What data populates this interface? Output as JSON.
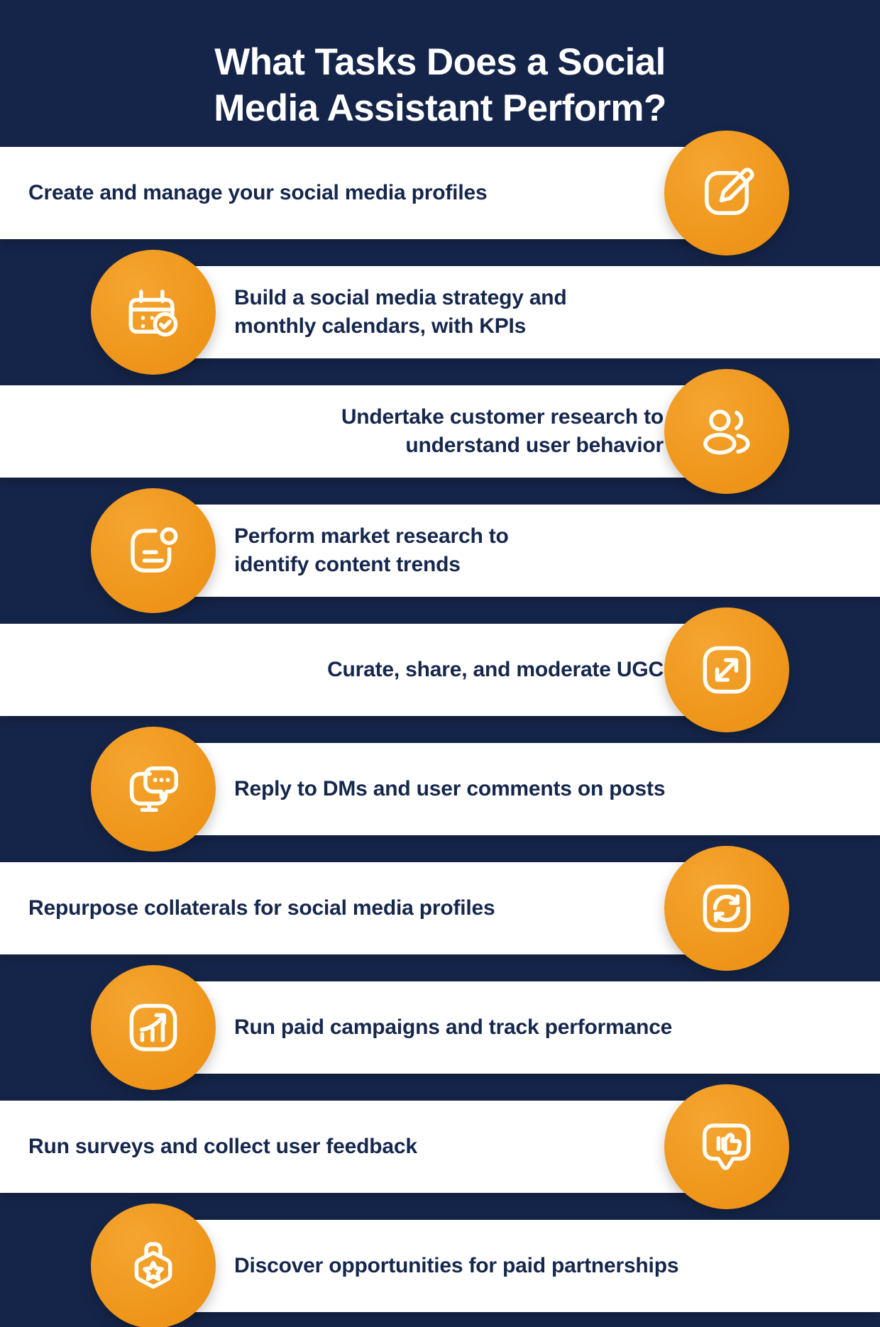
{
  "theme": {
    "background": "#15254a",
    "bar_background": "#ffffff",
    "text_color": "#16274d",
    "accent": "#ee9418",
    "accent_light": "#f4a531",
    "icon_color": "#fffdf5"
  },
  "header": {
    "title_line_1": "What Tasks Does a Social",
    "title_line_2": "Media Assistant Perform?"
  },
  "tasks": [
    {
      "index": "1",
      "line_1": "Create and manage your social media profiles",
      "line_2": "",
      "icon": "edit-square-icon",
      "icon_side": "right",
      "align": "left"
    },
    {
      "index": "2",
      "line_1": "Build a social media strategy and",
      "line_2": "monthly calendars, with KPIs",
      "icon": "calendar-check-icon",
      "icon_side": "left",
      "align": "left"
    },
    {
      "index": "3",
      "line_1": "Undertake customer research to",
      "line_2": "understand user behavior",
      "icon": "users-group-icon",
      "icon_side": "right",
      "align": "right"
    },
    {
      "index": "4",
      "line_1": "Perform market research to",
      "line_2": "identify content trends",
      "icon": "document-research-icon",
      "icon_side": "left",
      "align": "left"
    },
    {
      "index": "5",
      "line_1": "Curate, share, and moderate UGC",
      "line_2": "",
      "icon": "expand-arrows-icon",
      "icon_side": "right",
      "align": "right"
    },
    {
      "index": "6",
      "line_1": "Reply to DMs and user comments on posts",
      "line_2": "",
      "icon": "chat-monitor-icon",
      "icon_side": "left",
      "align": "left"
    },
    {
      "index": "7",
      "line_1": "Repurpose collaterals for social media profiles",
      "line_2": "",
      "icon": "refresh-square-icon",
      "icon_side": "right",
      "align": "left"
    },
    {
      "index": "8",
      "line_1": "Run paid campaigns and track performance",
      "line_2": "",
      "icon": "growth-chart-icon",
      "icon_side": "left",
      "align": "left"
    },
    {
      "index": "9",
      "line_1": "Run surveys and collect user feedback",
      "line_2": "",
      "icon": "thumbs-up-bubble-icon",
      "icon_side": "right",
      "align": "left"
    },
    {
      "index": "10",
      "line_1": "Discover opportunities for paid partnerships",
      "line_2": "",
      "icon": "badge-star-icon",
      "icon_side": "left",
      "align": "left"
    }
  ]
}
